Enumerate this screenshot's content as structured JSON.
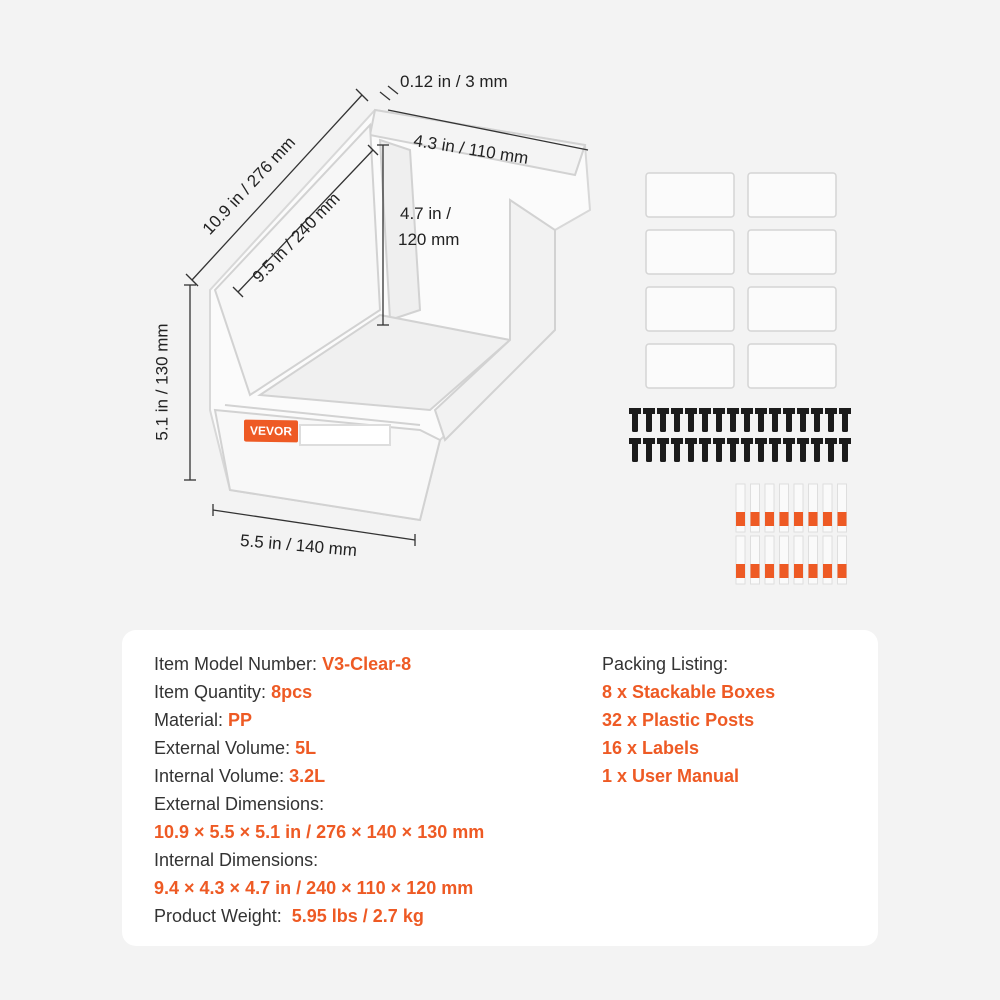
{
  "dimensions": {
    "wall_thickness": "0.12 in / 3 mm",
    "outer_length": "10.9 in / 276 mm",
    "outer_width_top": "4.3 in / 110 mm",
    "inner_length": "9.5 in / 240 mm",
    "inner_height": "4.7 in /",
    "inner_height_mm": "120 mm",
    "outer_height": "5.1 in / 130 mm",
    "outer_width": "5.5 in / 140 mm"
  },
  "brand": "VEVOR",
  "specs": {
    "model_label": "Item Model Number:",
    "model_value": "V3-Clear-8",
    "quantity_label": "Item Quantity:",
    "quantity_value": "8pcs",
    "material_label": "Material:",
    "material_value": "PP",
    "ext_volume_label": "External Volume:",
    "ext_volume_value": "5L",
    "int_volume_label": "Internal Volume:",
    "int_volume_value": "3.2L",
    "ext_dim_label": "External Dimensions:",
    "ext_dim_value": "10.9 × 5.5 × 5.1 in / 276 × 140 × 130 mm",
    "int_dim_label": "Internal Dimensions:",
    "int_dim_value": "9.4 × 4.3 × 4.7 in / 240 × 110 × 120 mm",
    "weight_label": "Product Weight:",
    "weight_value": "5.95 lbs / 2.7 kg"
  },
  "packing": {
    "title": "Packing Listing:",
    "items": [
      "8 x Stackable Boxes",
      "32 x Plastic Posts",
      "16 x Labels",
      "1 x User Manual"
    ]
  },
  "colors": {
    "accent": "#ee5a24",
    "background": "#f3f3f3",
    "card": "#ffffff"
  }
}
